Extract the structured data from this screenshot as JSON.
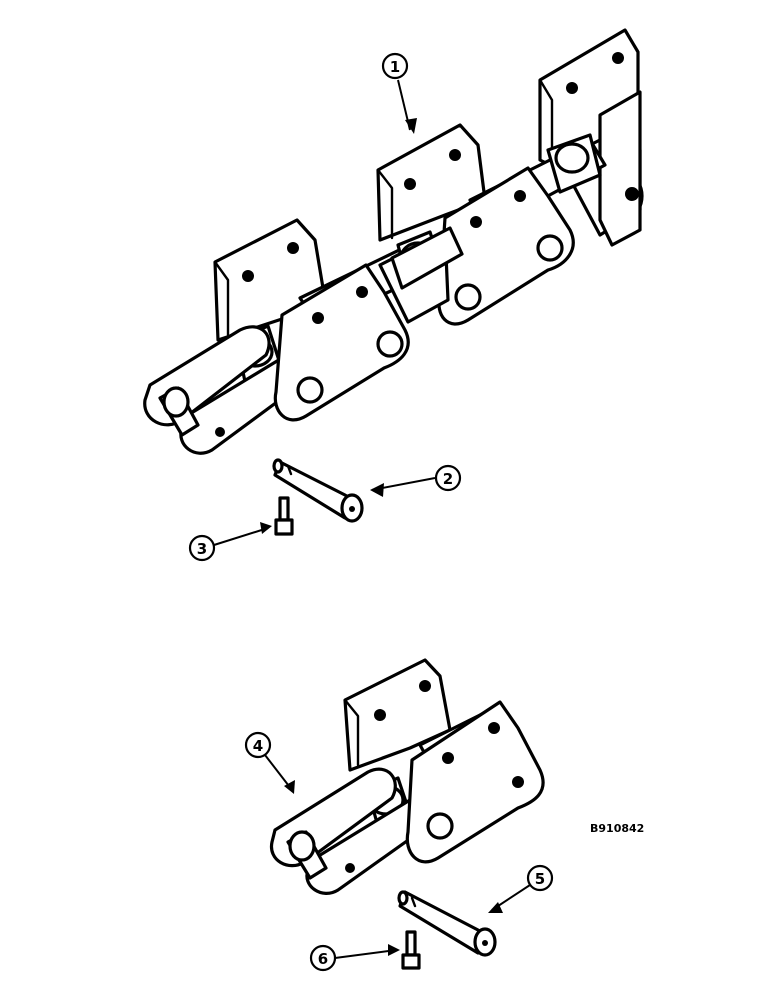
{
  "figure": {
    "reference_code": "B910842",
    "background": "#ffffff",
    "ink": "#000000"
  },
  "callouts": [
    {
      "id": "1",
      "label": "1",
      "refers_to": "chain-assembly"
    },
    {
      "id": "2",
      "label": "2",
      "refers_to": "connecting-pin"
    },
    {
      "id": "3",
      "label": "3",
      "refers_to": "retaining-bolt"
    },
    {
      "id": "4",
      "label": "4",
      "refers_to": "chain-link"
    },
    {
      "id": "5",
      "label": "5",
      "refers_to": "connecting-pin"
    },
    {
      "id": "6",
      "label": "6",
      "refers_to": "retaining-bolt"
    }
  ]
}
